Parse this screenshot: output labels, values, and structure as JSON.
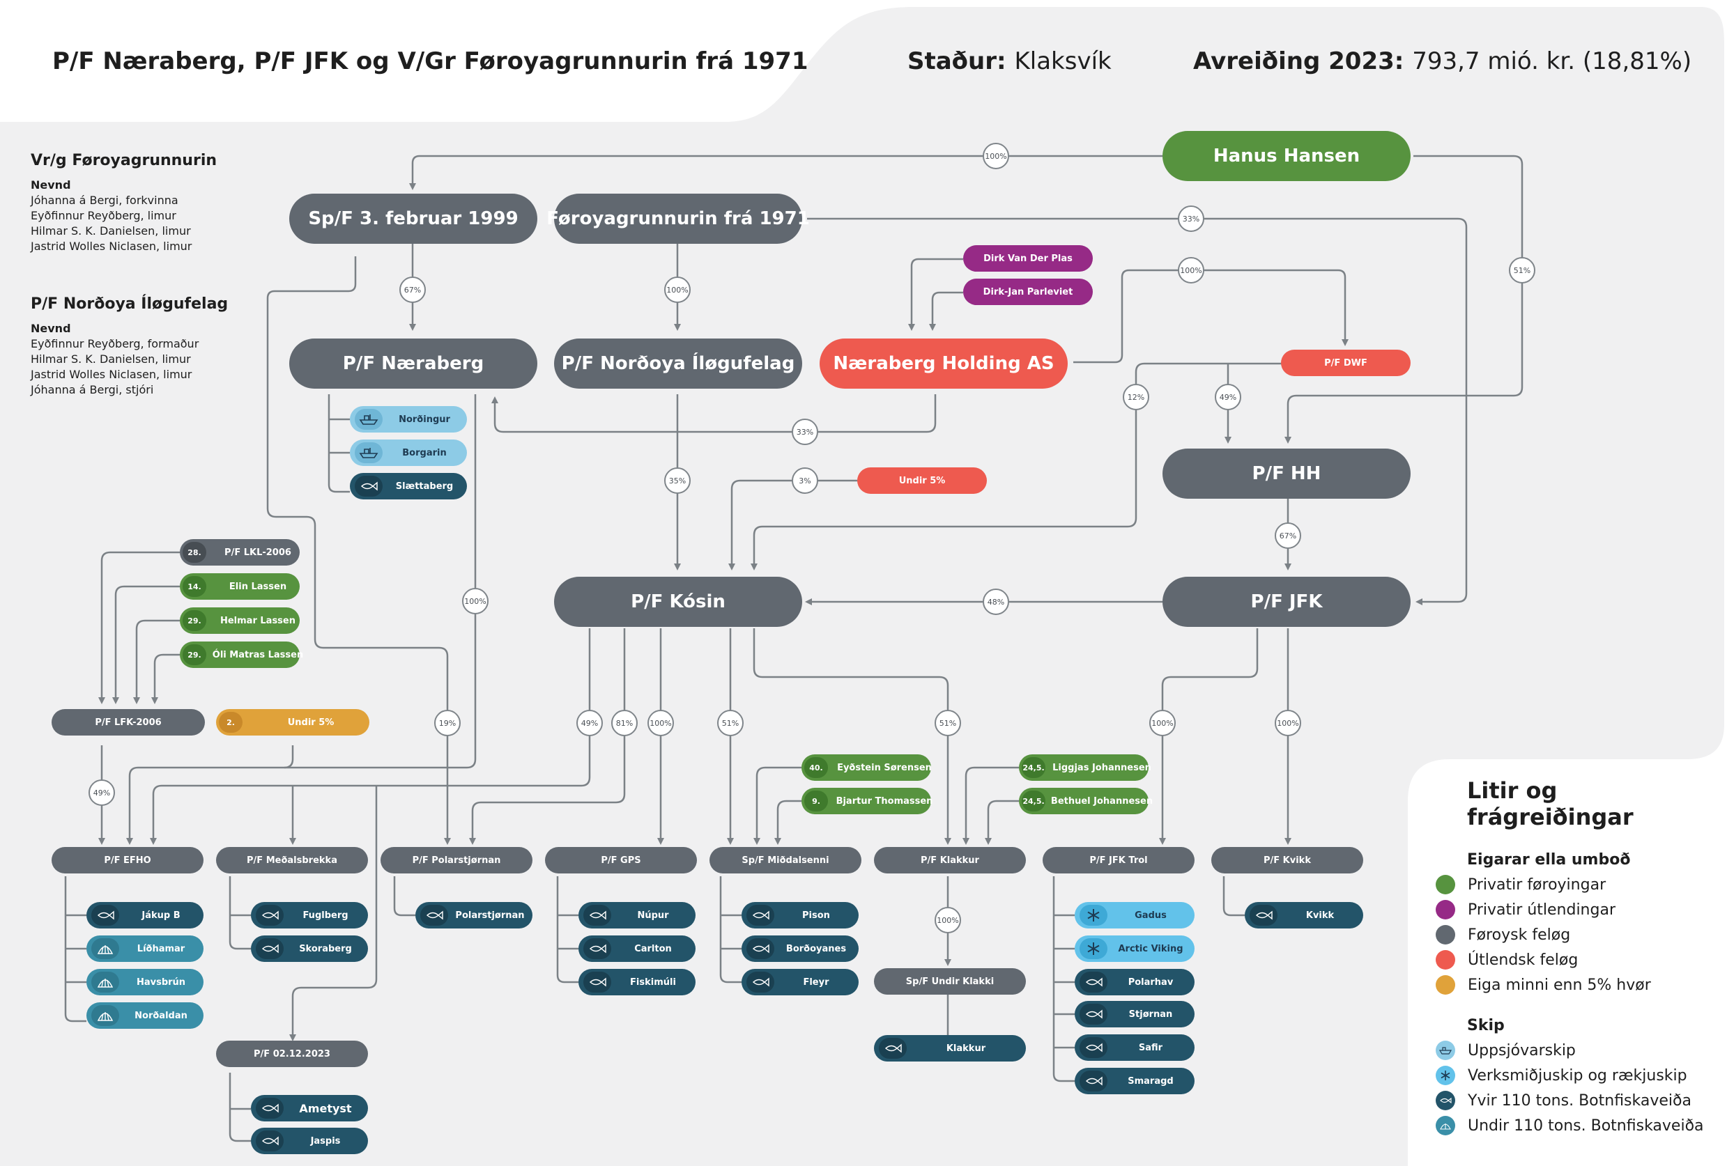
{
  "header": {
    "title": "P/F Næraberg, P/F JFK og V/Gr Føroyagrunnurin frá 1971",
    "stadur_label": "Staður:",
    "stadur_value": "Klaksvík",
    "avreiding_label": "Avreiðing 2023:",
    "avreiding_value": "793,7 mió. kr. (18,81%)"
  },
  "sidebar": {
    "fg_title": "Vr/g Føroyagrunnurin",
    "fg_sub": "Nevnd",
    "fg_members": [
      "Jóhanna á Bergi, forkvinna",
      "Eyðfinnur Reyðberg, limur",
      "Hilmar S. K. Danielsen, limur",
      "Jastrid Wolles Niclasen, limur"
    ],
    "ni_title": "P/F Norðoya Íløgufelag",
    "ni_sub": "Nevnd",
    "ni_members": [
      "Eyðfinnur Reyðberg, formaður",
      "Hilmar S. K. Danielsen, limur",
      "Jastrid Wolles Niclasen, limur",
      "Jóhanna á Bergi, stjóri"
    ]
  },
  "entities": {
    "hanus": "Hanus Hansen",
    "feb1999": "Sp/F 3. februar 1999",
    "fg1971": "Føroyagrunnurin frá 1971",
    "dirk": "Dirk Van Der Plas",
    "dirkjan": "Dirk-Jan Parleviet",
    "naeraberg": "P/F Næraberg",
    "nordoya": "P/F Norðoya Íløgufelag",
    "holding": "Næraberg Holding AS",
    "dwf": "P/F DWF",
    "undir5": "Undir 5%",
    "hh": "P/F HH",
    "kosin": "P/F Kósin",
    "jfk": "P/F JFK",
    "lkl": "P/F LKL-2006",
    "elin": "Elin Lassen",
    "helmar": "Helmar Lassen",
    "oli": "Óli Matras Lassen",
    "lfk": "P/F LFK-2006",
    "undir5b": "Undir 5%",
    "eydstein": "Eyðstein Sørensen",
    "bjartur": "Bjartur Thomassen",
    "liggjas": "Liggjas Johannesen",
    "bethuel": "Bethuel Johannesen",
    "efho": "P/F EFHO",
    "medalsbrekka": "P/F Meðalsbrekka",
    "polarstjornan": "P/F Polarstjørnan",
    "gps": "P/F GPS",
    "midalsenni": "Sp/F Miðdalsenni",
    "klakkur": "P/F Klakkur",
    "jfktrol": "P/F JFK Trol",
    "kvikk": "P/F Kvikk",
    "undirklakki": "Sp/F Undir Klakki",
    "pf0212": "P/F 02.12.2023"
  },
  "person_pcts": {
    "lkl": "28.",
    "elin": "14.",
    "helmar": "29.",
    "oli": "29.",
    "undir5b": "2.",
    "eydstein": "40.",
    "bjartur": "9.",
    "liggjas": "24,5.",
    "bethuel": "24,5."
  },
  "ships": {
    "nordingur": "Norðingur",
    "borgarin": "Borgarin",
    "slaettaberg": "Slættaberg",
    "jakup": "Jákup B",
    "lidhamar": "Líðhamar",
    "havsbrun": "Havsbrún",
    "nordaldan": "Norðaldan",
    "fuglberg": "Fuglberg",
    "skoraberg": "Skoraberg",
    "polarstjornan": "Polarstjørnan",
    "nupur": "Núpur",
    "carlton": "Carlton",
    "fiskimuli": "Fiskimúli",
    "pison": "Pison",
    "bordoyanes": "Borðoyanes",
    "fleyr": "Fleyr",
    "klakkur": "Klakkur",
    "gadus": "Gadus",
    "arctic": "Arctic Viking",
    "polarhav": "Polarhav",
    "stjornan": "Stjørnan",
    "safir": "Safir",
    "smaragd": "Smaragd",
    "kvikk": "Kvikk",
    "ametyst": "Ametyst",
    "jaspis": "Jaspis"
  },
  "badges": {
    "hanus_feb": "100%",
    "fg_dwf_line": "33%",
    "hanus_jfk": "51%",
    "feb_nae": "67%",
    "fg_nor": "100%",
    "hold_dwf": "100%",
    "dwf_kosin": "12%",
    "dwf_hh": "49%",
    "hold_nae": "33%",
    "undir_kosin": "3%",
    "nor_kosin": "35%",
    "hh_jfk": "67%",
    "jfk_kosin": "48%",
    "nae_efho": "100%",
    "feb_polar": "19%",
    "kosin_49": "49%",
    "kosin_81": "81%",
    "kosin_gps": "100%",
    "kosin_mid": "51%",
    "kosin_klak": "51%",
    "jfk_trol": "100%",
    "jfk_kvikk": "100%",
    "lfk_efho": "49%",
    "klak_undir": "100%"
  },
  "legend": {
    "title1": "Litir og",
    "title2": "frágreiðingar",
    "owners_title": "Eigarar ella umboð",
    "owners": [
      {
        "label": "Privatir føroyingar",
        "color": "#57933f"
      },
      {
        "label": "Privatir útlendingar",
        "color": "#962a86"
      },
      {
        "label": "Føroysk feløg",
        "color": "#616870"
      },
      {
        "label": "Útlendsk feløg",
        "color": "#ee5a4f"
      },
      {
        "label": "Eiga minni enn 5% hvør",
        "color": "#e0a23a"
      }
    ],
    "ships_title": "Skip",
    "ships": [
      {
        "label": "Uppsjóvarskip",
        "icon": "pelagic-ship-icon",
        "color": "#8dcbe6"
      },
      {
        "label": "Verksmiðjuskip og rækjuskip",
        "icon": "snowflake-icon",
        "color": "#62c2ea"
      },
      {
        "label": "Yvir 110 tons. Botnfiskaveiða",
        "icon": "fish-icon",
        "color": "#235469"
      },
      {
        "label": "Undir 110 tons. Botnfiskaveiða",
        "icon": "shell-icon",
        "color": "#3a8fa8"
      }
    ]
  }
}
